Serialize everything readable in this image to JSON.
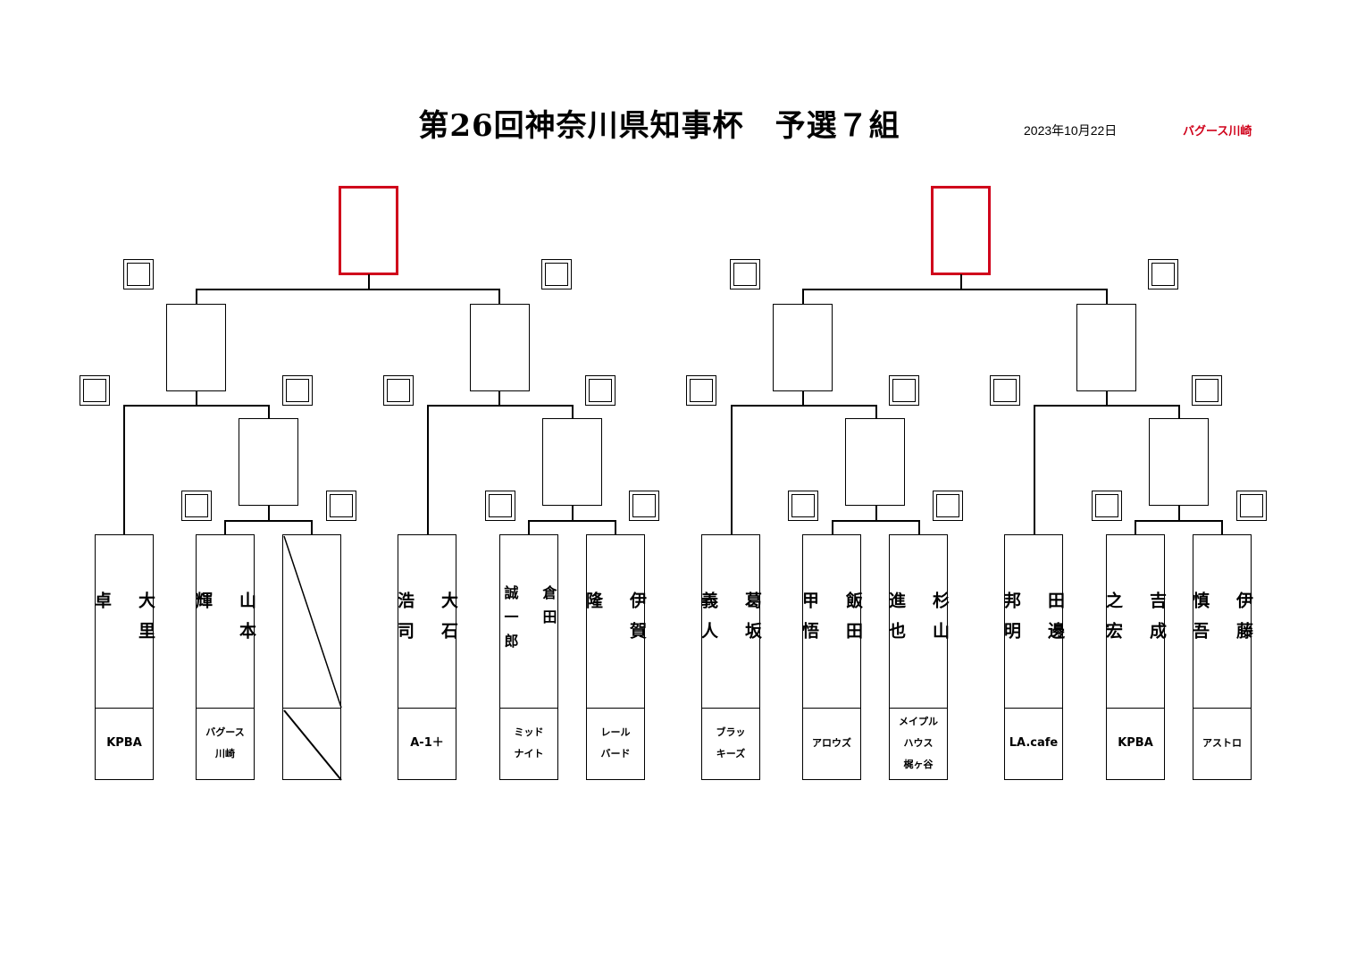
{
  "header": {
    "title": "第26回神奈川県知事杯　予選７組",
    "date": "2023年10月22日",
    "venue": "バグース川崎"
  },
  "players": [
    {
      "name": "大里\n\n卓",
      "team": "KPBA"
    },
    {
      "name": "山本\n\n輝",
      "team": "バグース\n川崎"
    },
    {
      "name": "",
      "team": ""
    },
    {
      "name": "大石\n\n浩司",
      "team": "A-1＋"
    },
    {
      "name": "倉田\n\n誠一郎",
      "team": "ミッド\nナイト"
    },
    {
      "name": "伊賀\n\n隆",
      "team": "レール\nバード"
    },
    {
      "name": "葛坂\n\n義人",
      "team": "ブラッ\nキーズ"
    },
    {
      "name": "飯田\n\n甲悟",
      "team": "アロウズ"
    },
    {
      "name": "杉山\n\n進也",
      "team": "メイプル\nハウス\n梶ヶ谷"
    },
    {
      "name": "田邊\n\n邦明",
      "team": "LA.cafe"
    },
    {
      "name": "吉成\n\n之宏",
      "team": "KPBA"
    },
    {
      "name": "伊藤\n\n慎吾",
      "team": "アストロ"
    }
  ],
  "colors": {
    "winner_box": "#d0021b",
    "venue": "#d0021b"
  }
}
